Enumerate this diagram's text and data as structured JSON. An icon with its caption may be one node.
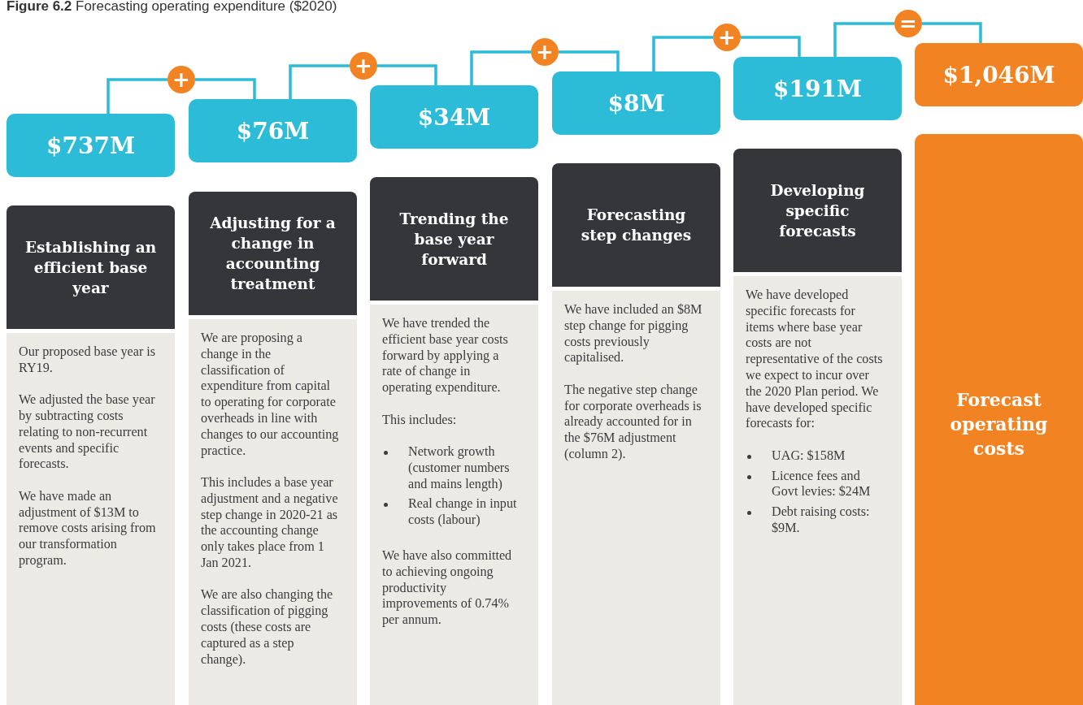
{
  "diagram": {
    "title": "**Figure 6.2** Forecasting operating expenditure ($2020)",
    "nodes": [
      {
        "text": [
          "$737M"
        ]
      },
      {
        "text": [
          "Establishing an efficient base year"
        ]
      },
      {
        "text": [
          "Our proposed base year is RY19.",
          "We adjusted the base year by subtracting costs relating to non-recurrent events and specific forecasts.",
          "We have made an adjustment of $13M to remove costs arising from our transformation program."
        ]
      },
      {
        "text": [
          "+"
        ]
      },
      {
        "text": [
          "$76M"
        ]
      },
      {
        "text": [
          "Adjusting for a change in accounting treatment"
        ]
      },
      {
        "text": [
          "We are proposing a change in the classification of expenditure from capital to operating for corporate overheads in line with changes to our accounting practice.",
          "This includes a base year adjustment and a negative step change in 2020-21 as the accounting change only takes place from 1 Jan 2021.",
          "We are also changing the classification of pigging costs (these costs are captured as a step change)."
        ]
      },
      {
        "text": [
          "+"
        ]
      },
      {
        "text": [
          "$34M"
        ]
      },
      {
        "text": [
          "Trending the base year forward"
        ]
      },
      {
        "text": [
          "We have trended the efficient base year costs forward by applying a rate of change in operating expenditure.",
          "This includes:",
          "Network growth (customer numbers and mains length)",
          "Real change in input costs (labour)",
          "We have also committed to achieving ongoing productivity improvements of 0.74% per annum."
        ]
      },
      {
        "text": [
          "+"
        ]
      },
      {
        "text": [
          "$8M"
        ]
      },
      {
        "text": [
          "Forecasting step changes"
        ]
      },
      {
        "text": [
          "We have included an $8M step change for pigging costs previously capitalised.",
          "The negative step change for corporate overheads is already accounted for in the $76M adjustment (column 2)."
        ]
      },
      {
        "text": [
          "+"
        ]
      },
      {
        "text": [
          "$191M"
        ]
      },
      {
        "text": [
          "Developing specific forecasts"
        ]
      },
      {
        "text": [
          "We have developed specific forecasts for items where base year costs are not representative of the costs we expect to incur over the 2020 Plan period. We have developed specific forecasts for:",
          "UAG: $158M",
          "Licence fees and Govt levies: $24M",
          "Debt raising costs: $9M."
        ]
      },
      {
        "text": [
          "="
        ]
      },
      {
        "text": [
          "$1,046M"
        ]
      },
      {
        "text": [
          "Forecast operating costs"
        ]
      }
    ],
    "edges": [
      {
        "from": 0,
        "to": 3,
        "arrow": "none"
      },
      {
        "from": 3,
        "to": 4,
        "arrow": "none"
      },
      {
        "from": 4,
        "to": 7,
        "arrow": "none"
      },
      {
        "from": 7,
        "to": 8,
        "arrow": "none"
      },
      {
        "from": 8,
        "to": 11,
        "arrow": "none"
      },
      {
        "from": 11,
        "to": 12,
        "arrow": "none"
      },
      {
        "from": 12,
        "to": 15,
        "arrow": "none"
      },
      {
        "from": 15,
        "to": 16,
        "arrow": "none"
      },
      {
        "from": 16,
        "to": 19,
        "arrow": "none"
      },
      {
        "from": 19,
        "to": 20,
        "arrow": "none"
      }
    ]
  }
}
